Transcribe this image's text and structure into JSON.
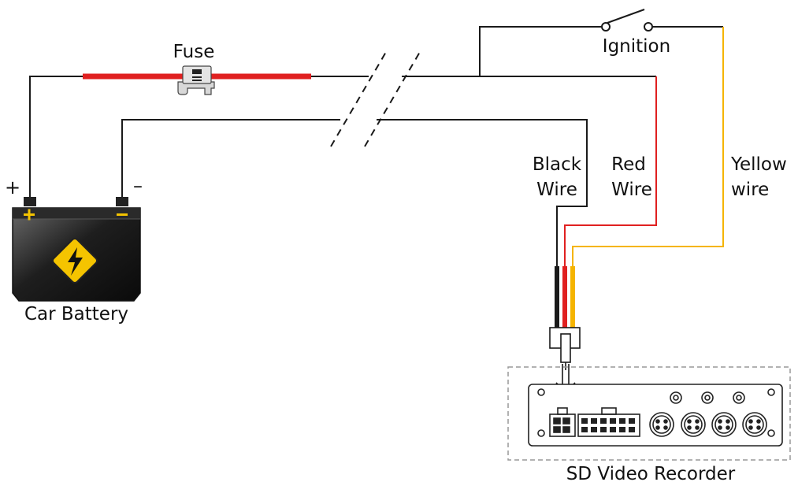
{
  "labels": {
    "fuse": "Fuse",
    "ignition": "Ignition",
    "black_wire": [
      "Black",
      "Wire"
    ],
    "red_wire": [
      "Red",
      "Wire"
    ],
    "yellow_wire": [
      "Yellow",
      "wire"
    ],
    "car_battery": "Car Battery",
    "recorder": "SD Video Recorder",
    "plus": "+",
    "minus": "–"
  },
  "colors": {
    "wire_black": "#1a1a1a",
    "wire_red": "#e02020",
    "wire_yellow": "#f5b400",
    "fuse_body": "#e02020",
    "battery_body": "#1c1c1c",
    "battery_plus": "#f3c300",
    "battery_minus": "#f3c300",
    "warning_sign": "#f5c400",
    "recorder_outline": "#222222",
    "dashed_box": "#999999"
  },
  "icons": [
    "fuse-icon",
    "battery-icon",
    "lightning-icon",
    "switch-icon",
    "connector-icon",
    "recorder-icon",
    "arrow-down-icon"
  ]
}
